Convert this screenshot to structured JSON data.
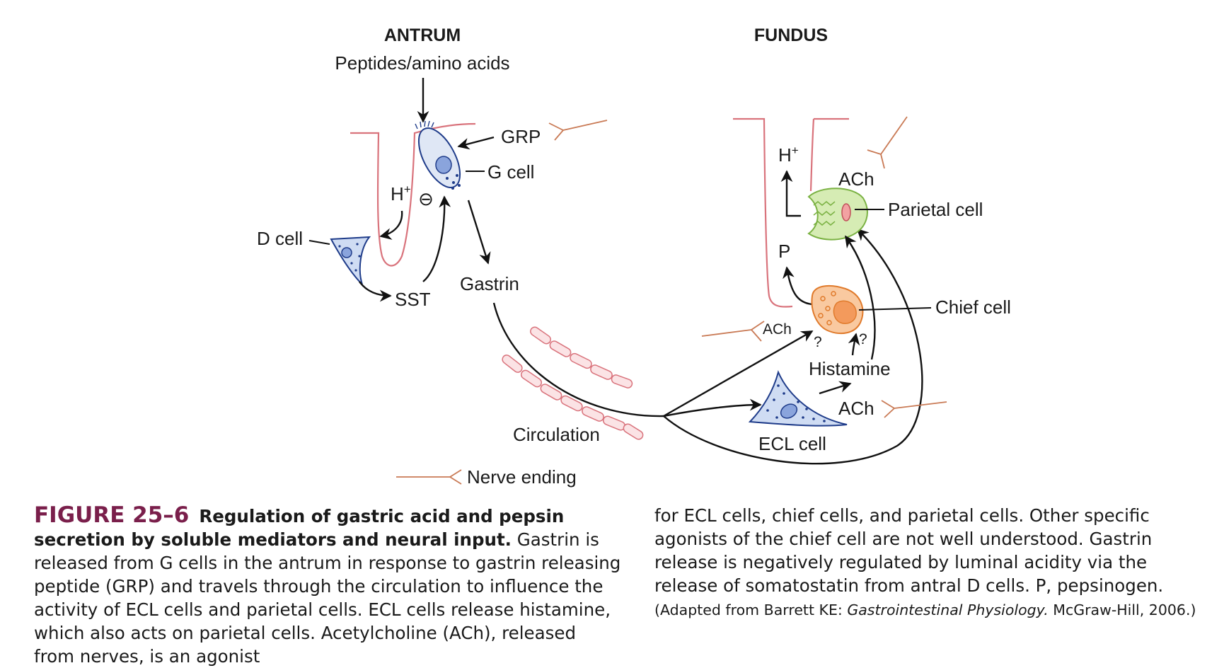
{
  "diagram": {
    "antrum_title": "ANTRUM",
    "fundus_title": "FUNDUS",
    "peptides_label": "Peptides/amino acids",
    "grp_label": "GRP",
    "g_cell_label": "G cell",
    "h_plus_left": "H",
    "h_plus_right": "H",
    "plus_sign": "+",
    "d_cell_label": "D cell",
    "sst_label": "SST",
    "gastrin_label": "Gastrin",
    "circulation_label": "Circulation",
    "nerve_ending_label": "Nerve ending",
    "ach_top": "ACh",
    "parietal_label": "Parietal cell",
    "p_label": "P",
    "chief_label": "Chief cell",
    "ach_left": "ACh",
    "question_left": "?",
    "question_right": "?",
    "histamine_label": "Histamine",
    "ach_ecl": "ACh",
    "ecl_label": "ECL cell",
    "inhibit_symbol": "⊖"
  },
  "colors": {
    "mucosa": "#d9737c",
    "nerve": "#c97a55",
    "g_cell_fill": "#dfe7f5",
    "d_cell_fill": "#cfdcf3",
    "cell_stroke": "#1f3c8a",
    "parietal_fill": "#d6ecb4",
    "parietal_stroke": "#7bb243",
    "chief_fill": "#f9c9a0",
    "chief_nucleus": "#f39a5c",
    "chief_stroke": "#e07a2b",
    "vessel_fill": "#fbe3e5",
    "figure_number": "#7a1f4b"
  },
  "caption": {
    "figure_number": "FIGURE 25–6",
    "title": "Regulation of gastric acid and pepsin secretion by soluble mediators and neural input.",
    "body_left": "Gastrin is released from G cells in the antrum in response to gastrin releasing peptide (GRP) and travels through the circulation to influence the activity of ECL cells and parietal cells. ECL cells release histamine, which also acts on parietal cells. Acetylcholine (ACh), released from nerves, is an agonist",
    "body_right": "for ECL cells, chief cells, and parietal cells. Other specific agonists of the chief cell are not well understood. Gastrin release is negatively regulated by luminal acidity via the release of somatostatin from antral D cells. P, pepsinogen.",
    "source_prefix": "(Adapted from Barrett KE: ",
    "source_title": "Gastrointestinal Physiology.",
    "source_suffix": " McGraw-Hill, 2006.)"
  }
}
